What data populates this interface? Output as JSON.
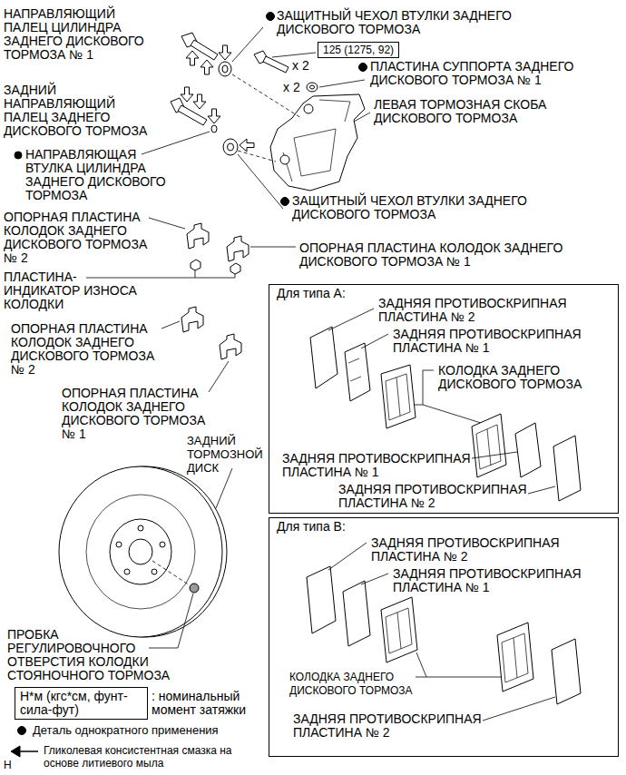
{
  "diagram": {
    "nodes": [
      {
        "text": [
          "125 (1275, 92)"
        ]
      },
      {
        "text": [
          "Для типа A:",
          "ЗАДНЯЯ ПРОТИВОСКРИПНАЯ ПЛАСТИНА № 2",
          "ЗАДНЯЯ ПРОТИВОСКРИПНАЯ ПЛАСТИНА № 1",
          "КОЛОДКА ЗАДНЕГО ДИСКОВОГО ТОРМОЗА",
          "ЗАДНЯЯ ПРОТИВОСКРИПНАЯ ПЛАСТИНА № 1",
          "ЗАДНЯЯ ПРОТИВОСКРИПНАЯ ПЛАСТИНА № 2"
        ]
      },
      {
        "text": [
          "Для типа B:",
          "ЗАДНЯЯ ПРОТИВОСКРИПНАЯ ПЛАСТИНА № 2",
          "ЗАДНЯЯ ПРОТИВОСКРИПНАЯ ПЛАСТИНА № 1",
          "КОЛОДКА ЗАДНЕГО ДИСКОВОГО ТОРМОЗА",
          "ЗАДНЯЯ ПРОТИВОСКРИПНАЯ ПЛАСТИНА № 2"
        ]
      },
      {
        "text": [
          "Н*м (кгс*см, фунт-сила-фут)"
        ]
      }
    ],
    "labels": [
      "НАПРАВЛЯЮЩИЙ ПАЛЕЦ ЦИЛИНДРА ЗАДНЕГО ДИСКОВОГО ТОРМОЗА № 1",
      "ЗАЩИТНЫЙ ЧЕХОЛ ВТУЛКИ ЗАДНЕГО ДИСКОВОГО ТОРМОЗА",
      "x 2",
      "ПЛАСТИНА СУППОРТА ЗАДНЕГО ДИСКОВОГО ТОРМОЗА № 1",
      "x 2",
      "ЛЕВАЯ ТОРМОЗНАЯ СКОБА ДИСКОВОГО ТОРМОЗА",
      "ЗАДНИЙ НАПРАВЛЯЮЩИЙ ПАЛЕЦ ЗАДНЕГО ДИСКОВОГО ТОРМОЗА",
      "НАПРАВЛЯЮЩАЯ ВТУЛКА ЦИЛИНДРА ЗАДНЕГО ДИСКОВОГО ТОРМОЗА",
      "ЗАЩИТНЫЙ ЧЕХОЛ ВТУЛКИ ЗАДНЕГО ДИСКОВОГО ТОРМОЗА",
      "ОПОРНАЯ ПЛАСТИНА КОЛОДОК ЗАДНЕГО ДИСКОВОГО ТОРМОЗА № 2",
      "ОПОРНАЯ ПЛАСТИНА КОЛОДОК ЗАДНЕГО ДИСКОВОГО ТОРМОЗА № 1",
      "ПЛАСТИНА-ИНДИКАТОР ИЗНОСА КОЛОДКИ",
      "ОПОРНАЯ ПЛАСТИНА КОЛОДОК ЗАДНЕГО ДИСКОВОГО ТОРМОЗА № 2",
      "ОПОРНАЯ ПЛАСТИНА КОЛОДОК ЗАДНЕГО ДИСКОВОГО ТОРМОЗА № 1",
      "ЗАДНИЙ ТОРМОЗНОЙ ДИСК",
      "ПРОБКА РЕГУЛИРОВОЧНОГО ОТВЕРСТИЯ КОЛОДКИ СТОЯНОЧНОГО ТОРМОЗА",
      "H"
    ],
    "legend": [
      {
        "text": ": номинальный момент затяжки"
      },
      {
        "text": "Деталь однократного применения"
      },
      {
        "text": "Гликолевая консистентная смазка на основе литиевого мыла"
      }
    ]
  }
}
